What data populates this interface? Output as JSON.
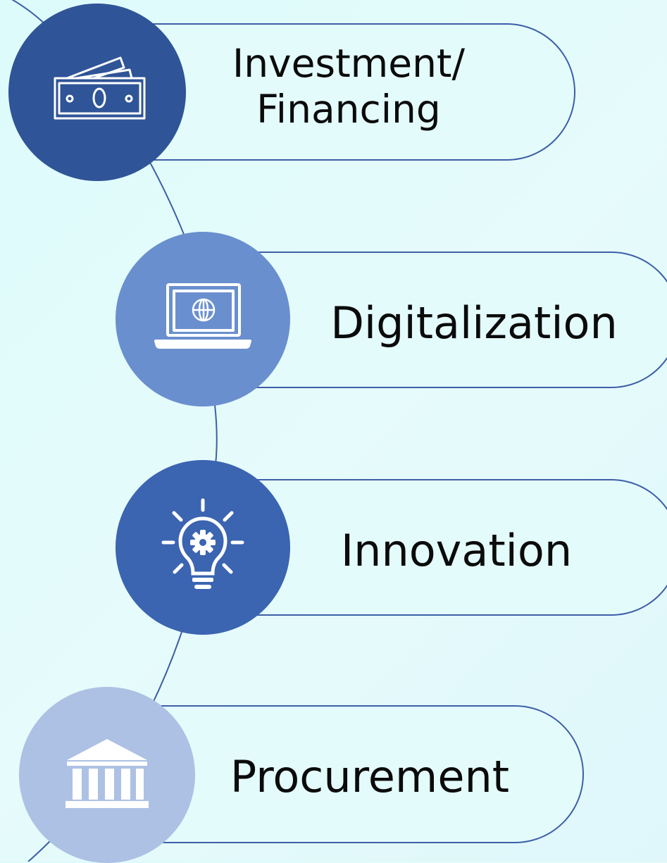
{
  "items": [
    {
      "label_line1": "Investment/",
      "label_line2": "Financing",
      "icon": "money-icon",
      "color": "#2f5497"
    },
    {
      "label_line1": "Digitalization",
      "label_line2": "",
      "icon": "laptop-globe-icon",
      "color": "#6a8fce"
    },
    {
      "label_line1": "Innovation",
      "label_line2": "",
      "icon": "lightbulb-gear-icon",
      "color": "#3b64b1"
    },
    {
      "label_line1": "Procurement",
      "label_line2": "",
      "icon": "bank-building-icon",
      "color": "#adc1e4"
    }
  ],
  "colors": {
    "outline": "#3d5fa8",
    "background": "#e2fbfb",
    "icon": "#ffffff"
  }
}
